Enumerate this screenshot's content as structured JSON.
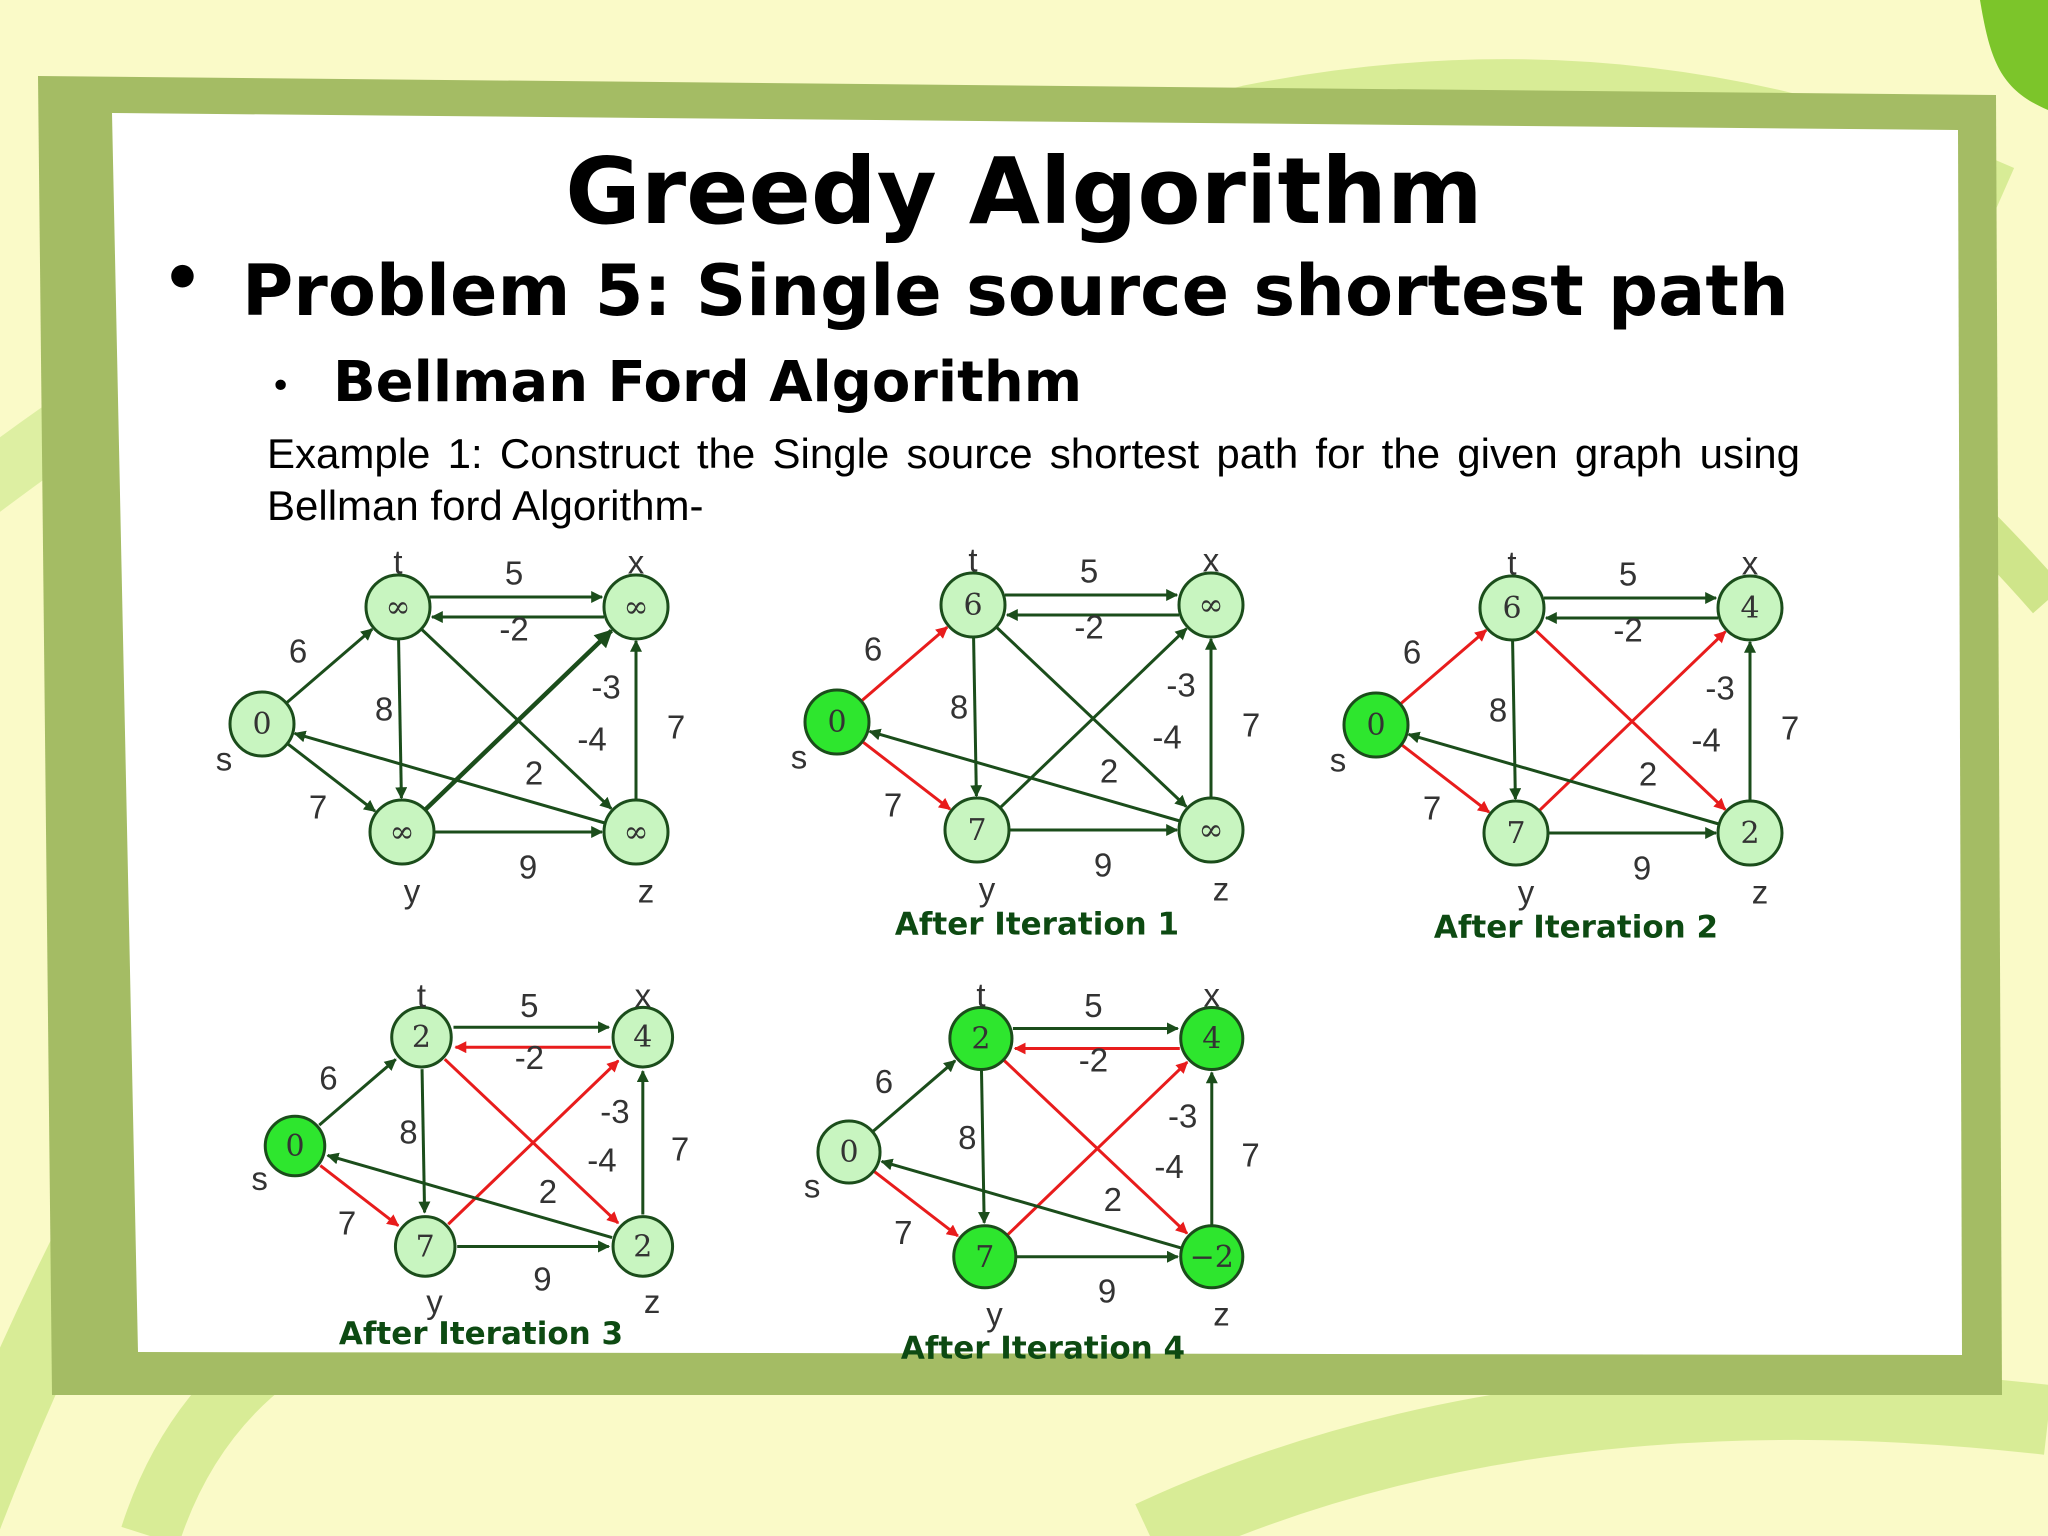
{
  "slide": {
    "title": "Greedy Algorithm",
    "problem": "Problem 5: Single source shortest path",
    "subtitle": "Bellman Ford Algorithm",
    "example": "Example 1: Construct the Single source shortest path for the given graph using Bellman ford Algorithm-"
  },
  "colors": {
    "edge_default": "#1b4d1b",
    "edge_relaxed": "#e81c1c",
    "node_fill": "#c8f5c0",
    "node_fill_visited": "#2ee62e",
    "node_stroke": "#1b4d1b",
    "caption": "#0d4a12"
  },
  "graph_edges": [
    {
      "from": "t",
      "to": "x",
      "weight": "5"
    },
    {
      "from": "x",
      "to": "t",
      "weight": "-2"
    },
    {
      "from": "s",
      "to": "t",
      "weight": "6"
    },
    {
      "from": "t",
      "to": "y",
      "weight": "8"
    },
    {
      "from": "y",
      "to": "x",
      "weight": "-3"
    },
    {
      "from": "t",
      "to": "z",
      "weight": "-4"
    },
    {
      "from": "z",
      "to": "x",
      "weight": "7"
    },
    {
      "from": "s",
      "to": "y",
      "weight": "7"
    },
    {
      "from": "z",
      "to": "s",
      "weight": "2"
    },
    {
      "from": "y",
      "to": "z",
      "weight": "9"
    }
  ],
  "graphs": [
    {
      "caption": "",
      "nodes": {
        "s": {
          "label": "s",
          "value": "0",
          "visited": false
        },
        "t": {
          "label": "t",
          "value": "∞",
          "visited": false
        },
        "x": {
          "label": "x",
          "value": "∞",
          "visited": false
        },
        "y": {
          "label": "y",
          "value": "∞",
          "visited": false
        },
        "z": {
          "label": "z",
          "value": "∞",
          "visited": false
        }
      },
      "highlighted_edges": []
    },
    {
      "caption": "After Iteration 1",
      "nodes": {
        "s": {
          "label": "s",
          "value": "0",
          "visited": true
        },
        "t": {
          "label": "t",
          "value": "6",
          "visited": false
        },
        "x": {
          "label": "x",
          "value": "∞",
          "visited": false
        },
        "y": {
          "label": "y",
          "value": "7",
          "visited": false
        },
        "z": {
          "label": "z",
          "value": "∞",
          "visited": false
        }
      },
      "highlighted_edges": [
        "s-t",
        "s-y"
      ]
    },
    {
      "caption": "After Iteration 2",
      "nodes": {
        "s": {
          "label": "s",
          "value": "0",
          "visited": true
        },
        "t": {
          "label": "t",
          "value": "6",
          "visited": false
        },
        "x": {
          "label": "x",
          "value": "4",
          "visited": false
        },
        "y": {
          "label": "y",
          "value": "7",
          "visited": false
        },
        "z": {
          "label": "z",
          "value": "2",
          "visited": false
        }
      },
      "highlighted_edges": [
        "s-t",
        "s-y",
        "y-x",
        "t-z"
      ]
    },
    {
      "caption": "After Iteration 3",
      "nodes": {
        "s": {
          "label": "s",
          "value": "0",
          "visited": true
        },
        "t": {
          "label": "t",
          "value": "2",
          "visited": false
        },
        "x": {
          "label": "x",
          "value": "4",
          "visited": false
        },
        "y": {
          "label": "y",
          "value": "7",
          "visited": false
        },
        "z": {
          "label": "z",
          "value": "2",
          "visited": false
        }
      },
      "highlighted_edges": [
        "s-y",
        "y-x",
        "x-t",
        "t-z"
      ]
    },
    {
      "caption": "After Iteration 4",
      "nodes": {
        "s": {
          "label": "s",
          "value": "0",
          "visited": false
        },
        "t": {
          "label": "t",
          "value": "2",
          "visited": true
        },
        "x": {
          "label": "x",
          "value": "4",
          "visited": true
        },
        "y": {
          "label": "y",
          "value": "7",
          "visited": true
        },
        "z": {
          "label": "z",
          "value": "−2",
          "visited": true
        }
      },
      "highlighted_edges": [
        "s-y",
        "y-x",
        "x-t",
        "t-z"
      ]
    }
  ]
}
